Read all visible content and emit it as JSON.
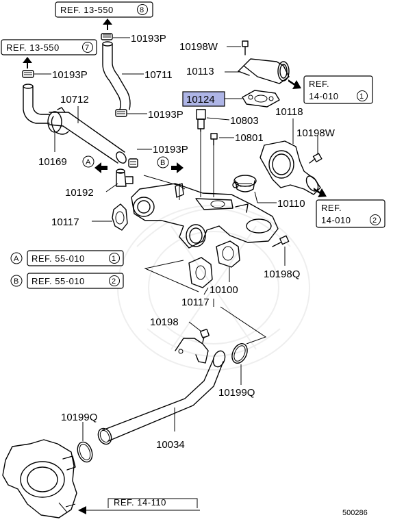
{
  "refs": {
    "ref_13550_8": "REF. 13-550",
    "ref_13550_8_num": "8",
    "ref_13550_7": "REF. 13-550",
    "ref_13550_7_num": "7",
    "ref_14010_1_a": "REF.",
    "ref_14010_1_b": "14-010",
    "ref_14010_1_num": "1",
    "ref_14010_2_a": "REF.",
    "ref_14010_2_b": "14-010",
    "ref_14010_2_num": "2",
    "ref_55010_1": "REF. 55-010",
    "ref_55010_1_num": "1",
    "ref_55010_1_tag": "A",
    "ref_55010_2": "REF. 55-010",
    "ref_55010_2_num": "2",
    "ref_55010_2_tag": "B",
    "ref_14110": "REF. 14-110",
    "arrow_tag_a": "A",
    "arrow_tag_b": "B"
  },
  "parts": {
    "p10193P_top": "10193P",
    "p10193P_left": "10193P",
    "p10193P_mid": "10193P",
    "p10193P_lower": "10193P",
    "p10198W_top": "10198W",
    "p10198W_right": "10198W",
    "p10711": "10711",
    "p10113": "10113",
    "p10712": "10712",
    "p10124": "10124",
    "p10118": "10118",
    "p10803": "10803",
    "p10801": "10801",
    "p10169": "10169",
    "p10192": "10192",
    "p10110": "10110",
    "p10117_left": "10117",
    "p10117_bottom": "10117",
    "p10198Q": "10198Q",
    "p10100": "10100",
    "p10198": "10198",
    "p10199Q_right": "10199Q",
    "p10199Q_left": "10199Q",
    "p10034": "10034"
  },
  "highlight_color": "#aeb5e6",
  "diagram_number": "500286"
}
